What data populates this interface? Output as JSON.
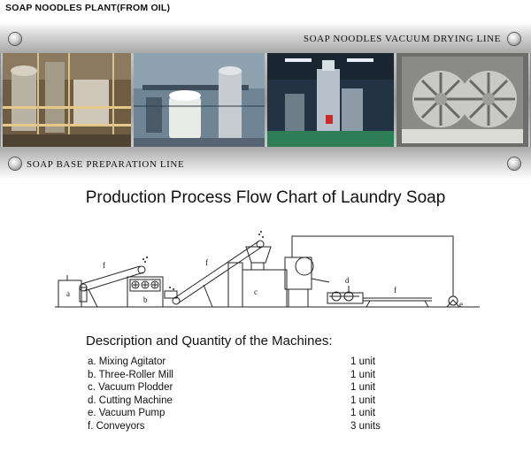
{
  "plant_title": "SOAP NOODLES PLANT(FROM OIL)",
  "banner": {
    "top_label": "SOAP NOODLES VACUUM DRYING LINE",
    "bottom_label": "SOAP BASE PREPARATION LINE"
  },
  "chart_title": "Production Process Flow Chart of Laundry Soap",
  "diagram_labels": {
    "a": "a",
    "b": "b",
    "c": "c",
    "d": "d",
    "e": "e",
    "f": "f"
  },
  "description_title": "Description and Quantity of the Machines:",
  "machines": [
    {
      "item": "a. Mixing Agitator",
      "qty": "1 unit"
    },
    {
      "item": "b. Three-Roller Mill",
      "qty": "1 unit"
    },
    {
      "item": "c. Vacuum Plodder",
      "qty": "1 unit"
    },
    {
      "item": "d. Cutting Machine",
      "qty": "1 unit"
    },
    {
      "item": "e. Vacuum Pump",
      "qty": "1 unit"
    },
    {
      "item": "f. Conveyors",
      "qty": "3 units"
    }
  ]
}
